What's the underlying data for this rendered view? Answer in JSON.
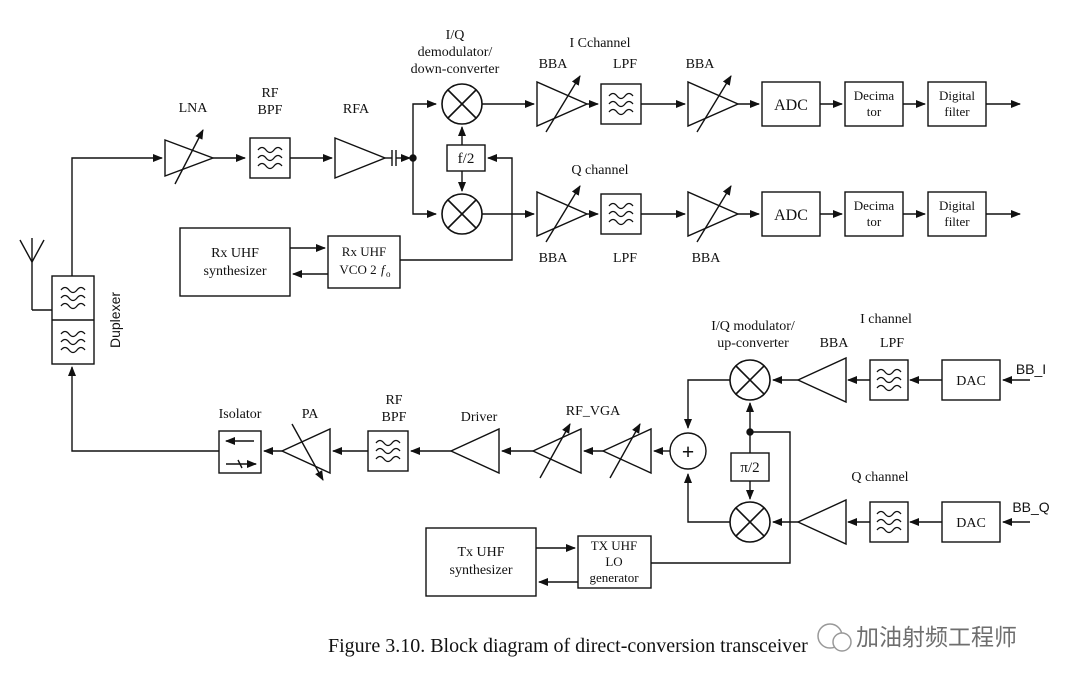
{
  "caption": "Figure 3.10. Block diagram of direct-conversion transceiver",
  "watermark": "加油射频工程师",
  "colors": {
    "ink": "#111111",
    "background": "#ffffff",
    "watermark": "#777777"
  },
  "labels": {
    "lna": "LNA",
    "rf_bpf_rx_1": "RF",
    "rf_bpf_rx_2": "BPF",
    "rfa": "RFA",
    "iq_demod_1": "I/Q",
    "iq_demod_2": "demodulator/",
    "iq_demod_3": "down-converter",
    "i_channel_rx": "I Cchannel",
    "q_channel_rx": "Q channel",
    "bba": "BBA",
    "lpf": "LPF",
    "adc": "ADC",
    "decimator_1": "Decima",
    "decimator_2": "tor",
    "digital_filter_1": "Digital",
    "digital_filter_2": "filter",
    "f_half": "f/2",
    "rx_synth_1": "Rx UHF",
    "rx_synth_2": "synthesizer",
    "rx_vco_1": "Rx UHF",
    "rx_vco_2": "VCO 2",
    "rx_vco_f": "f",
    "rx_vco_sub": "o",
    "duplexer": "Duplexer",
    "iq_mod_1": "I/Q modulator/",
    "iq_mod_2": "up-converter",
    "i_channel_tx": "I channel",
    "q_channel_tx": "Q channel",
    "dac": "DAC",
    "bb_i": "BB_I",
    "bb_q": "BB_Q",
    "pi_half": "π/2",
    "isolator": "Isolator",
    "pa": "PA",
    "rf_bpf_tx_1": "RF",
    "rf_bpf_tx_2": "BPF",
    "driver": "Driver",
    "rf_vga": "RF_VGA",
    "tx_synth_1": "Tx UHF",
    "tx_synth_2": "synthesizer",
    "tx_lo_1": "TX UHF",
    "tx_lo_2": "LO",
    "tx_lo_3": "generator",
    "sum_sign": "+"
  }
}
